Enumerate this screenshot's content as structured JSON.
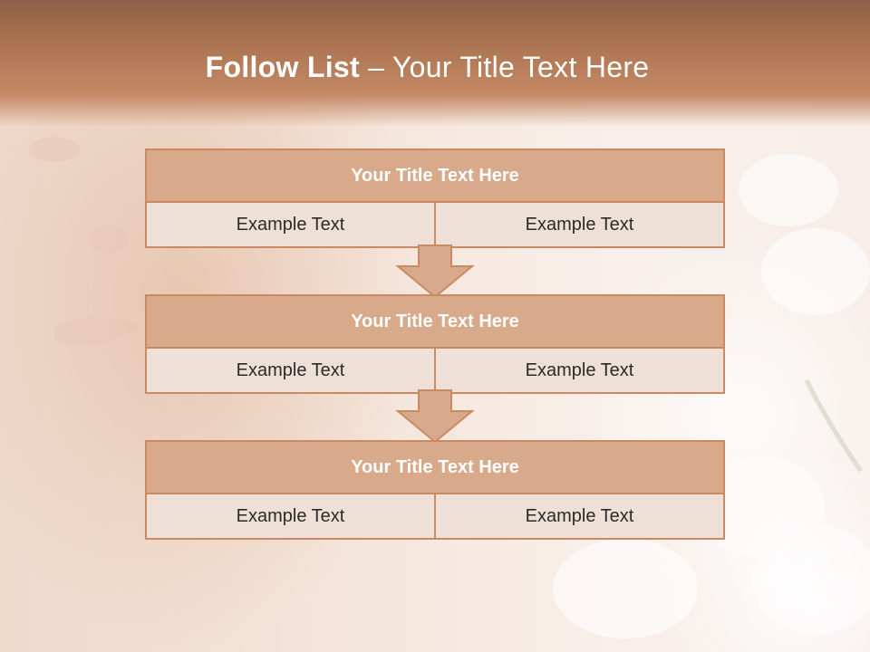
{
  "slide": {
    "title_bold": "Follow List",
    "title_rest": " – Your Title Text Here"
  },
  "blocks": [
    {
      "title": "Your Title Text Here",
      "left": "Example Text",
      "right": "Example Text"
    },
    {
      "title": "Your Title Text Here",
      "left": "Example Text",
      "right": "Example Text"
    },
    {
      "title": "Your Title Text Here",
      "left": "Example Text",
      "right": "Example Text"
    }
  ],
  "colors": {
    "header": "#b87a58",
    "block_head": "#d8a98a",
    "block_border": "#c98a62",
    "cell_bg": "#eee0d7"
  },
  "icons": [
    "down-arrow-icon",
    "down-arrow-icon"
  ]
}
